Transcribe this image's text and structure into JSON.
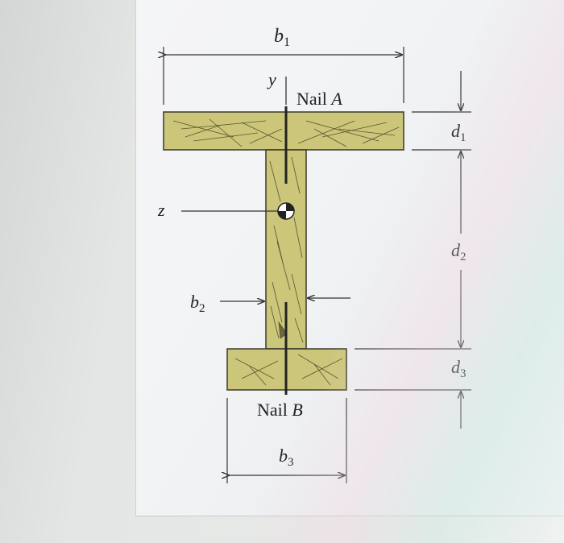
{
  "figure": {
    "labels": {
      "b1_base": "b",
      "b1_sub": "1",
      "b2_base": "b",
      "b2_sub": "2",
      "b3_base": "b",
      "b3_sub": "3",
      "d1_base": "d",
      "d1_sub": "1",
      "d2_base": "d",
      "d2_sub": "2",
      "d3_base": "d",
      "d3_sub": "3",
      "y_axis": "y",
      "z_axis": "z",
      "nail_a_prefix": "Nail ",
      "nail_a_letter": "A",
      "nail_b_prefix": "Nail ",
      "nail_b_letter": "B"
    },
    "colors": {
      "wood": "#cbc67a",
      "wood_edge": "#3a3a2a",
      "line": "#333333",
      "nail": "#222222"
    }
  }
}
